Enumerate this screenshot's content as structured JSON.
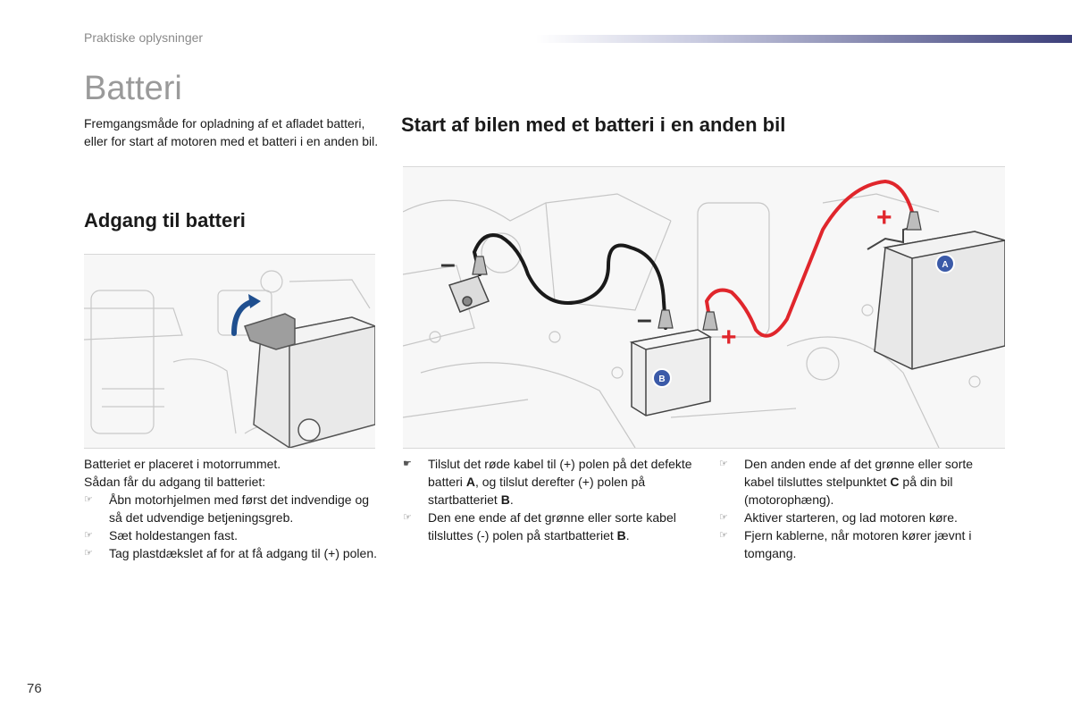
{
  "header": {
    "section_label": "Praktiske oplysninger"
  },
  "page_title": "Batteri",
  "intro": "Fremgangsmåde for opladning af et afladet batteri, eller for start af motoren med et batteri i en anden bil.",
  "access": {
    "heading": "Adgang til batteri",
    "lead1": "Batteriet er placeret i motorrummet.",
    "lead2": "Sådan får du adgang til batteriet:",
    "steps": [
      "Åbn motorhjelmen med først det indvendige og så det udvendige betjeningsgreb.",
      "Sæt holdestangen fast.",
      "Tag plastdækslet af for at få adgang til (+) polen."
    ]
  },
  "jump": {
    "heading": "Start af bilen med et batteri i en anden bil",
    "fig_labels": {
      "battery_a": "A",
      "battery_b": "B",
      "minus_1": "–",
      "minus_2": "–",
      "plus_1": "+",
      "plus_2": "+"
    },
    "step1": {
      "a": "Tilslut det røde kabel til (+) polen på det defekte batteri ",
      "b": "A",
      "c": ", og tilslut derefter (+) polen på startbatteriet ",
      "d": "B",
      "e": "."
    },
    "step2": {
      "a": "Den ene ende af det grønne eller sorte kabel tilsluttes (-) polen på startbatteriet ",
      "b": "B",
      "c": "."
    },
    "step3": {
      "a": "Den anden ende af det grønne eller sorte kabel tilsluttes stelpunktet ",
      "b": "C",
      "c": " på din bil (motorophæng)."
    },
    "step4": "Aktiver starteren, og lad motoren køre.",
    "step5": "Fjern kablerne, når motoren kører jævnt i tomgang."
  },
  "page_number": "76",
  "colors": {
    "red_cable": "#e0262c",
    "black_cable": "#1a1a1a",
    "badge_blue": "#3b5aa8",
    "header_bar": "#3c3f7a"
  }
}
